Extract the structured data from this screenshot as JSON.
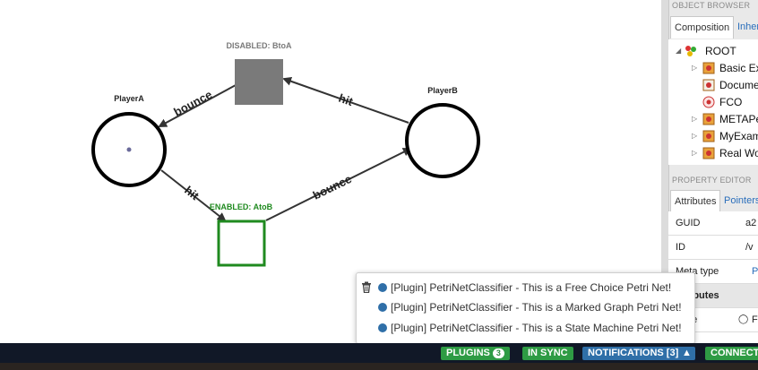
{
  "graph": {
    "nodes": {
      "player_a": "PlayerA",
      "player_b": "PlayerB",
      "disabled": "DISABLED: BtoA",
      "enabled": "ENABLED: AtoB"
    },
    "edges": {
      "btoa_to_a": "bounce",
      "b_to_btoa": "hit",
      "a_to_atob": "hit",
      "atob_to_b": "bounce"
    },
    "colors": {
      "disabled": "#7a7a7a",
      "enabled": "#2a8a2a"
    }
  },
  "object_browser": {
    "title": "OBJECT BROWSER",
    "tabs": [
      "Composition",
      "Inher"
    ],
    "tree": [
      {
        "label": "ROOT",
        "icon": "root-icon"
      },
      {
        "label": "Basic Ex",
        "icon": "project-icon"
      },
      {
        "label": "Docume",
        "icon": "document-icon"
      },
      {
        "label": "FCO",
        "icon": "fco-icon"
      },
      {
        "label": "METAPe",
        "icon": "project-icon"
      },
      {
        "label": "MyExam",
        "icon": "project-icon"
      },
      {
        "label": "Real Wo",
        "icon": "project-icon"
      }
    ]
  },
  "property_editor": {
    "title": "PROPERTY EDITOR",
    "tabs": [
      "Attributes",
      "Pointers"
    ],
    "rows": [
      {
        "key": "GUID",
        "value": "a2"
      },
      {
        "key": "ID",
        "value": "/v"
      },
      {
        "key": "Meta type",
        "value": "P"
      },
      {
        "key": "ributes",
        "value": ""
      },
      {
        "key": "ne",
        "value": "F"
      }
    ]
  },
  "notifications": [
    "[Plugin] PetriNetClassifier - This is a Free Choice Petri Net!",
    "[Plugin] PetriNetClassifier - This is a Marked Graph Petri Net!",
    "[Plugin] PetriNetClassifier - This is a State Machine Petri Net!"
  ],
  "footer": {
    "plugins_label": "PLUGINS",
    "plugins_count": "3",
    "sync_label": "IN SYNC",
    "notifications_label": "NOTIFICATIONS [3]",
    "connected_label": "CONNECTE"
  }
}
